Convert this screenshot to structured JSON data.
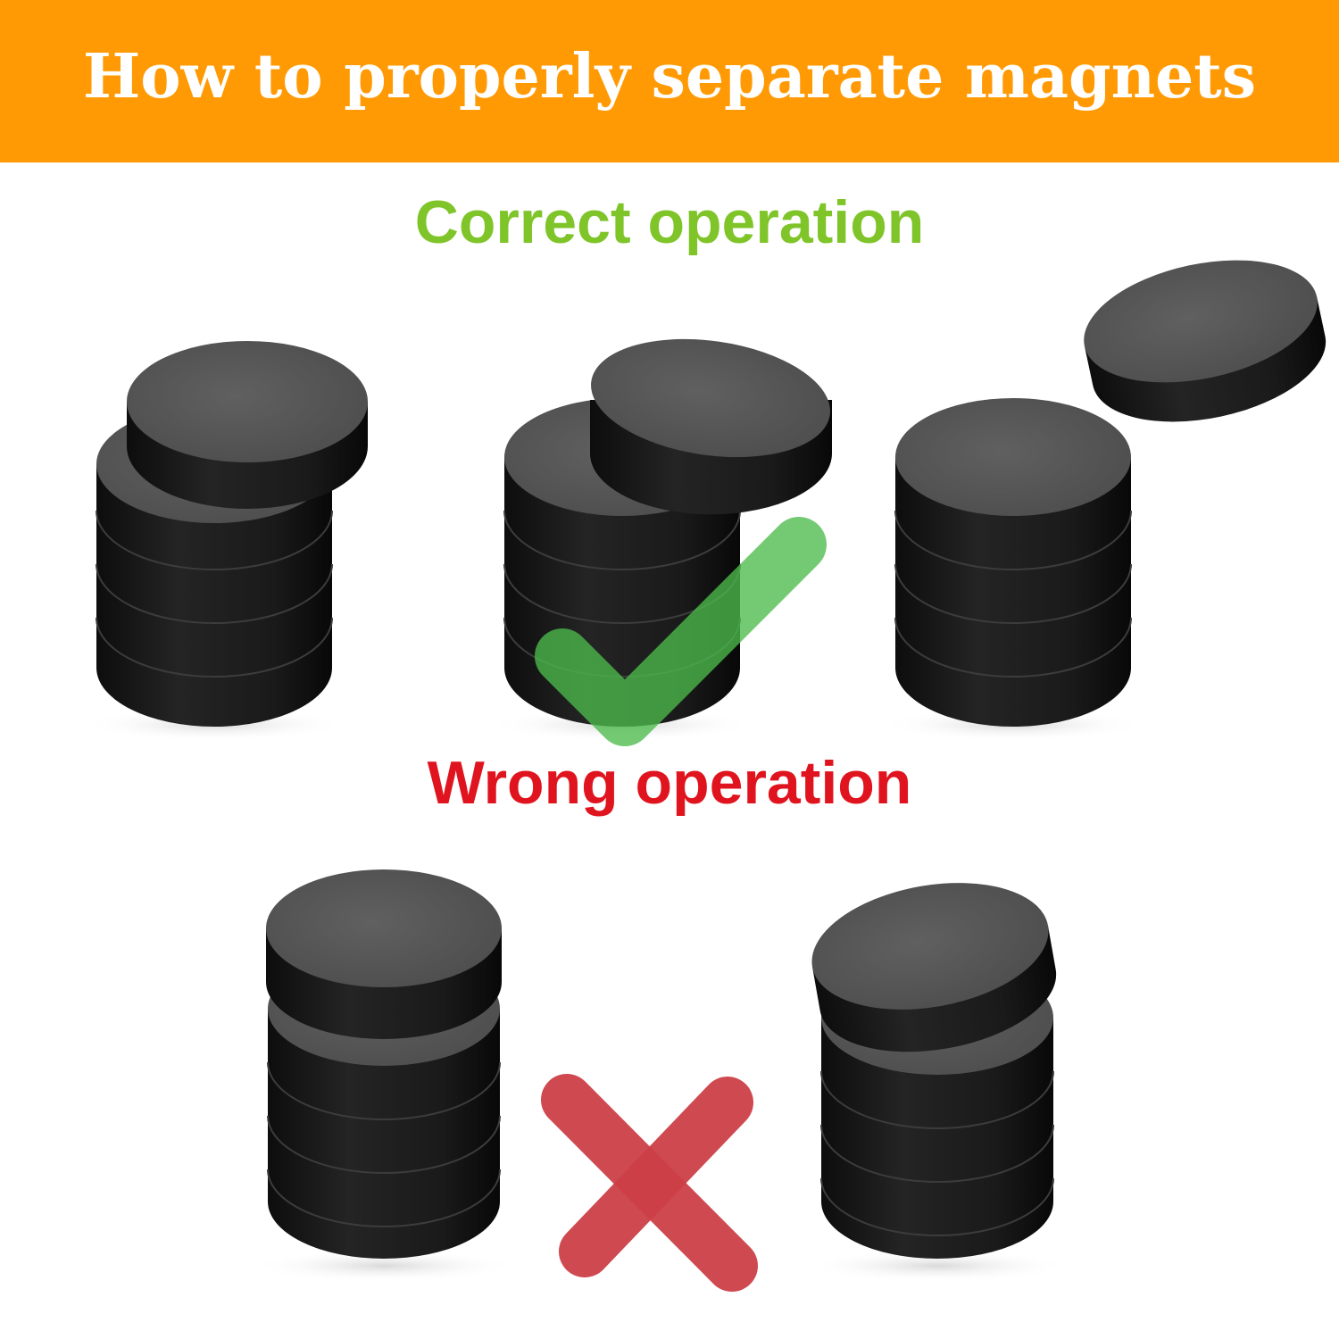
{
  "banner": {
    "title": "How to properly separate magnets",
    "background_color": "#ff9a05",
    "text_color": "#ffffff"
  },
  "correct": {
    "label": "Correct operation",
    "color": "#7fc52a",
    "mark_icon": "check-icon",
    "mark_color": "#4cbb4c"
  },
  "wrong": {
    "label": "Wrong operation",
    "color": "#e0141e",
    "mark_icon": "cross-icon",
    "mark_color": "#cc3f47"
  },
  "magnet_color": "#1e1e1e"
}
